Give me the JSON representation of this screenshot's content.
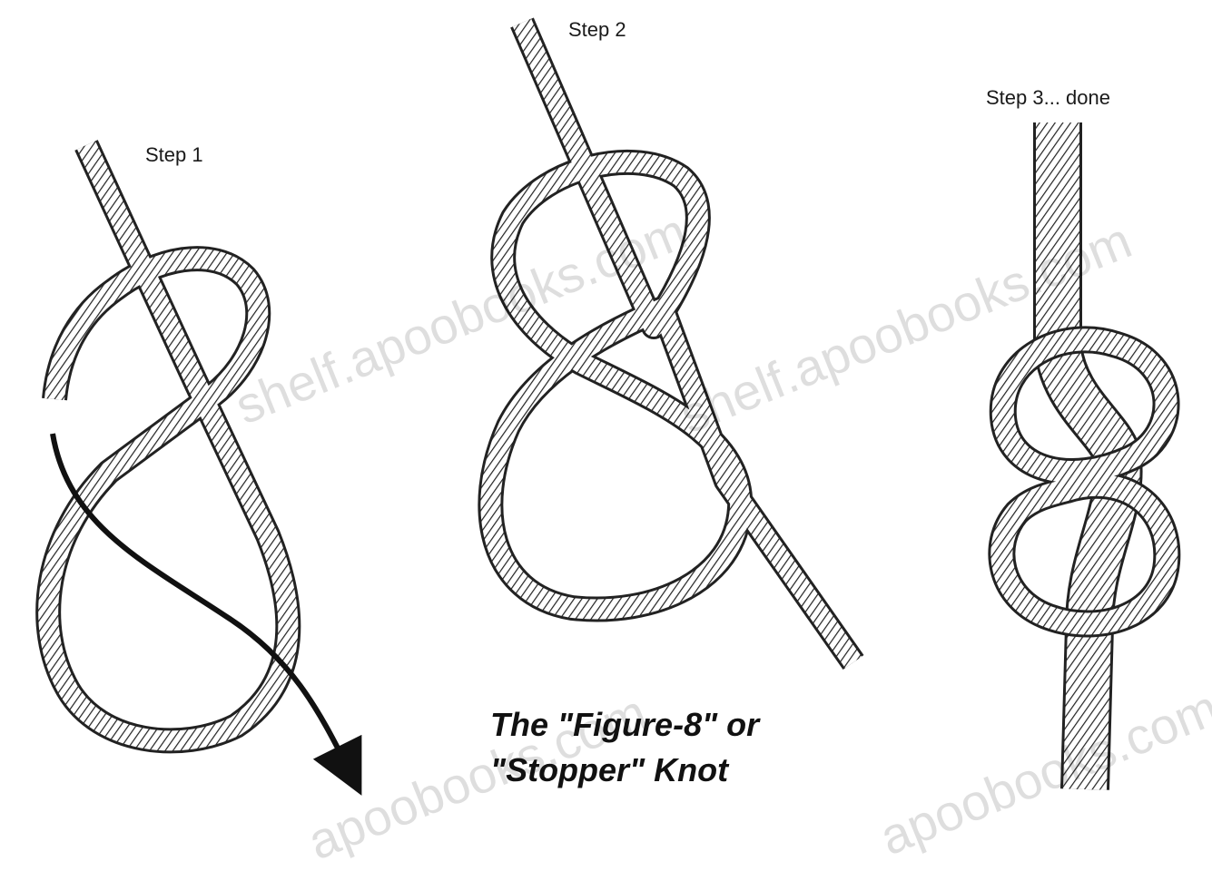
{
  "steps": {
    "step1": "Step 1",
    "step2": "Step 2",
    "step3": "Step 3... done"
  },
  "title": {
    "line1": "The \"Figure-8\" or",
    "line2": "\"Stopper\" Knot"
  },
  "watermarks": [
    "shelf.apoobooks.com",
    "shelf.apoobooks.com",
    "apoobooks.com",
    "apoobooks.com"
  ],
  "colors": {
    "rope_outline": "#222222",
    "rope_fill": "#ffffff",
    "arrow": "#111111"
  }
}
